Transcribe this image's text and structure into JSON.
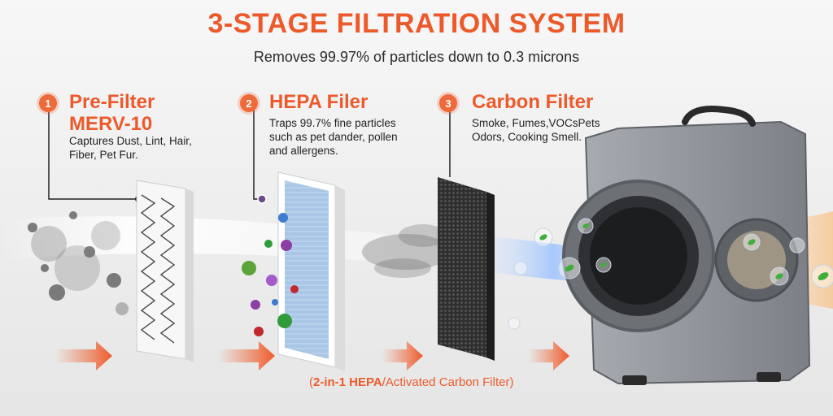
{
  "header": {
    "title": "3-STAGE FILTRATION SYSTEM",
    "subtitle": "Removes 99.97% of particles down to 0.3 microns"
  },
  "stages": [
    {
      "number": "1",
      "name_line1": "Pre-Filter",
      "name_line2": "MERV-10",
      "desc_lines": [
        "Captures Dust, Lint, Hair,",
        "Fiber, Pet Fur."
      ]
    },
    {
      "number": "2",
      "name_line1": "HEPA Filer",
      "desc_lines": [
        "Traps 99.7% fine particles",
        "such as pet dander, pollen",
        "and allergens."
      ]
    },
    {
      "number": "3",
      "name_line1": "Carbon Filter",
      "desc_lines": [
        "Smoke, Fumes,VOCsPets",
        "Odors, Cooking Smell."
      ]
    }
  ],
  "footer": {
    "open_paren": "(",
    "bold_part": "2-in-1 HEPA",
    "rest": "/Activated Carbon Filter)"
  },
  "colors": {
    "accent": "#ec5a2b",
    "badge": "#ef6a3a",
    "machine": "#8b8f94",
    "carbon": "#3a3a3a",
    "hepa": "#8fb3d9"
  }
}
